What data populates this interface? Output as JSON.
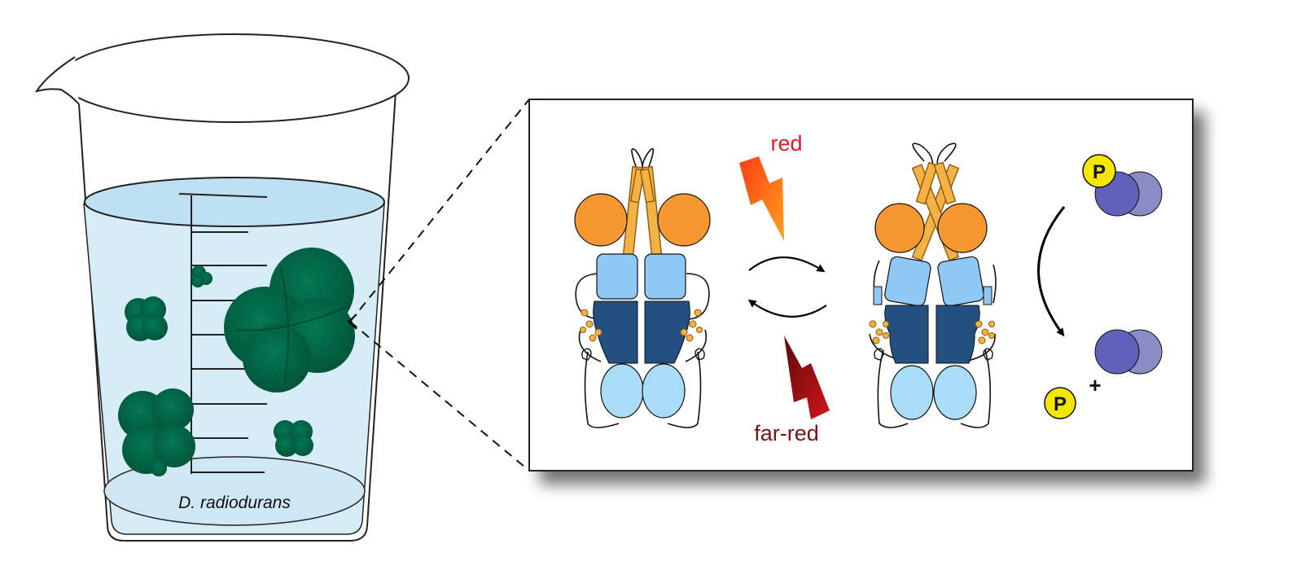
{
  "labels": {
    "red": "red",
    "far_red": "far-red",
    "species": "D. radiodurans",
    "phosphate": "P",
    "plus": "+"
  },
  "colors": {
    "water": "#d6ecf7",
    "cell": "#0e6d4c",
    "orange_domain": "#f7972f",
    "helix": "#f4b144",
    "light_blue": "#8fc8f4",
    "navy": "#23507f",
    "pale_blue": "#a9dcf6",
    "red_label": "#e31b23",
    "far_red_label": "#7a1418",
    "phosphate": "#f5e600",
    "protein_dark": "#6160bb",
    "protein_light": "#8a8cc5"
  }
}
